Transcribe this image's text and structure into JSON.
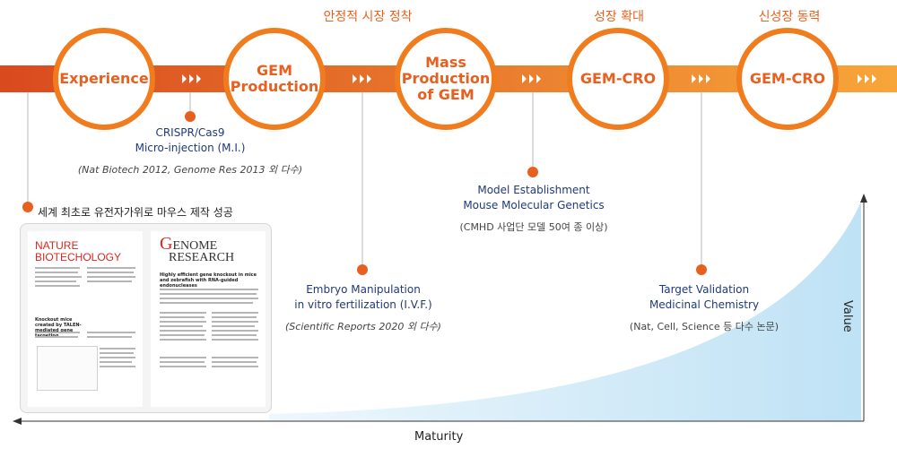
{
  "phases": [
    "안정적 시장 정착",
    "성장 확대",
    "신성장 동력"
  ],
  "stages": [
    {
      "label": "Experience"
    },
    {
      "label": "GEM\nProduction"
    },
    {
      "label": "Mass\nProduction\nof GEM"
    },
    {
      "label": "GEM-CRO"
    },
    {
      "label": "GEM-CRO"
    }
  ],
  "milestones": [
    {
      "line1": "CRISPR/Cas9",
      "line2": "Micro-injection (M.I.)",
      "note": "(Nat Biotech 2012, Genome Res 2013 외 다수)"
    },
    {
      "line1": "Model Establishment",
      "line2": "Mouse Molecular Genetics",
      "note": "(CMHD 사업단 모델 50여 종 이상)"
    },
    {
      "line1": "Embryo Manipulation",
      "line2": "in vitro fertilization (I.V.F.)",
      "note": "(Scientific Reports 2020 외 다수)"
    },
    {
      "line1": "Target Validation",
      "line2": "Medicinal Chemistry",
      "note": "(Nat, Cell, Science 등 다수 논문)"
    }
  ],
  "first_achievement": "세계 최초로 유전자가위로 마우스 제작 성공",
  "papers": {
    "journal_left": "NATURE\nBIOTECHOLOGY",
    "left_heading": "Knockout mice created by TALEN-mediated gene targeting",
    "journal_right_first": "G",
    "journal_right_rest": "ENOME",
    "journal_right_second": "RESEARCH",
    "right_heading": "Highly efficient gene knockout in mice and zebrafish with RNA-guided endonucleases"
  },
  "axes": {
    "x": "Maturity",
    "y": "Value"
  },
  "colors": {
    "accent": "#e8601f",
    "ring": "#f07c1e",
    "band_start": "#d94a1e",
    "band_end": "#f7a63a",
    "navy": "#1f3a7a",
    "area": "#cfe9f7"
  },
  "icons": [
    "chevron-triple-icon",
    "dot-marker-icon",
    "arrow-left-icon",
    "arrow-up-icon"
  ]
}
